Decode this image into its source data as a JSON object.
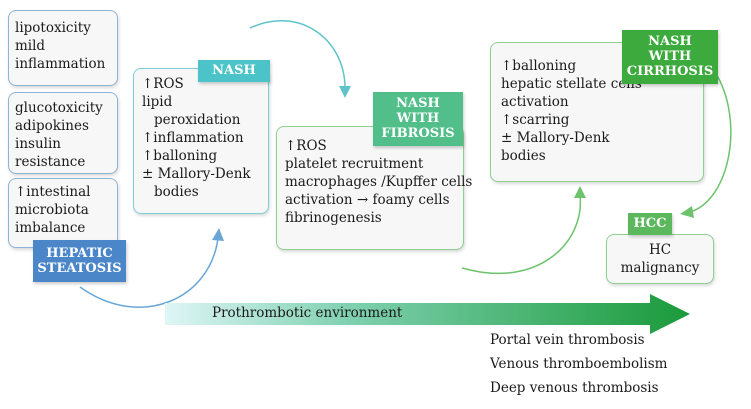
{
  "stages": {
    "steatosis": {
      "label": [
        "HEPATIC",
        "STEATOSIS"
      ],
      "box1": [
        "lipotoxicity",
        "mild",
        "inflammation"
      ],
      "box2": [
        "glucotoxicity",
        "adipokines",
        "insulin",
        "resistance"
      ],
      "box3": [
        "↑intestinal",
        "microbiota",
        "imbalance"
      ]
    },
    "nash": {
      "label": [
        "NASH"
      ],
      "items": [
        "↑ROS",
        "lipid",
        "peroxidation",
        "↑inflammation",
        "↑balloning",
        "± Mallory-Denk",
        "bodies"
      ]
    },
    "fibrosis": {
      "label": [
        "NASH",
        "WITH",
        "FIBROSIS"
      ],
      "items": [
        "↑ROS",
        "platelet recruitment",
        "macrophages /Kupffer cells",
        "activation → foamy cells",
        "fibrinogenesis"
      ]
    },
    "cirrhosis": {
      "label": [
        "NASH",
        "WITH",
        "CIRRHOSIS"
      ],
      "items": [
        "↑balloning",
        "hepatic stellate cells",
        "activation",
        "↑scarring",
        "± Mallory-Denk",
        "bodies"
      ]
    },
    "hcc": {
      "label": [
        "HCC"
      ],
      "items": [
        "HC",
        "malignancy"
      ]
    }
  },
  "environment": {
    "label": "Prothrombotic environment",
    "outcomes": [
      "Portal vein thrombosis",
      "Venous thromboembolism",
      "Deep venous thrombosis"
    ]
  },
  "colors": {
    "steatosis": "#4a86c8",
    "nash": "#4cc3c8",
    "fibrosis": "#52bf8a",
    "cirrhosis": "#3daa3d",
    "hcc": "#5cb85c"
  }
}
